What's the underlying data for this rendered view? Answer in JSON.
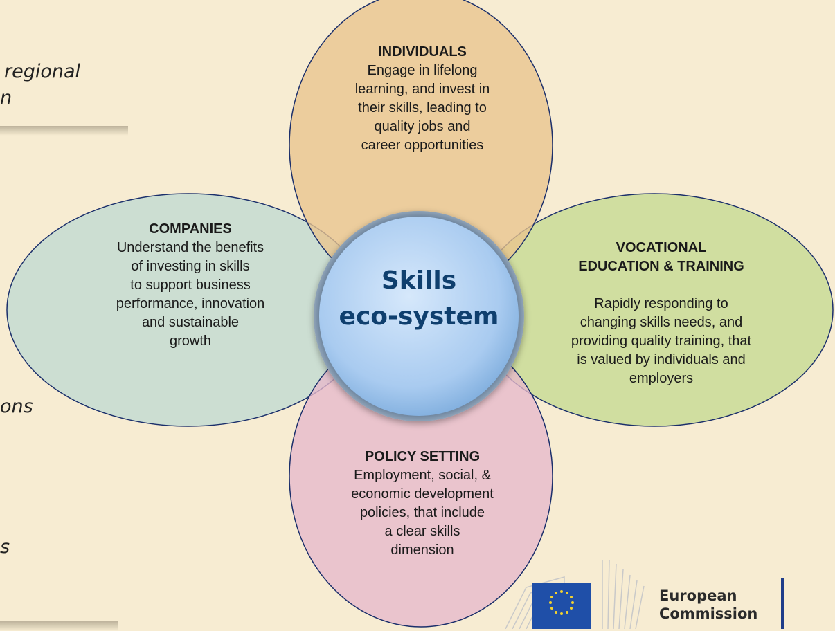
{
  "left_fragments": [
    "regional",
    "n",
    "ons",
    "s"
  ],
  "center": {
    "label": "Skills\neco-system"
  },
  "petals": {
    "individuals": {
      "title": "INDIVIDUALS",
      "body": "Engage in lifelong\nlearning, and invest in\ntheir skills, leading to\nquality jobs and\ncareer opportunities",
      "color": "#e9c48e"
    },
    "companies": {
      "title": "COMPANIES",
      "body": "Understand the benefits\nof investing in skills\nto support business\nperformance, innovation\nand sustainable\ngrowth",
      "color": "#c4dcd2"
    },
    "vet": {
      "title": "VOCATIONAL\nEDUCATION & TRAINING",
      "body": "Rapidly responding to\nchanging skills needs, and\nproviding quality training, that\nis valued by individuals and\nemployers",
      "color": "#c9dc98"
    },
    "policy": {
      "title": "POLICY SETTING",
      "body": "Employment, social, &\neconomic development\npolicies, that include\na clear skills\ndimension",
      "color": "#e7b9cc"
    }
  },
  "logo": {
    "text": "European\nCommission",
    "flag_color": "#1f4fa8",
    "star_color": "#f2d230"
  }
}
